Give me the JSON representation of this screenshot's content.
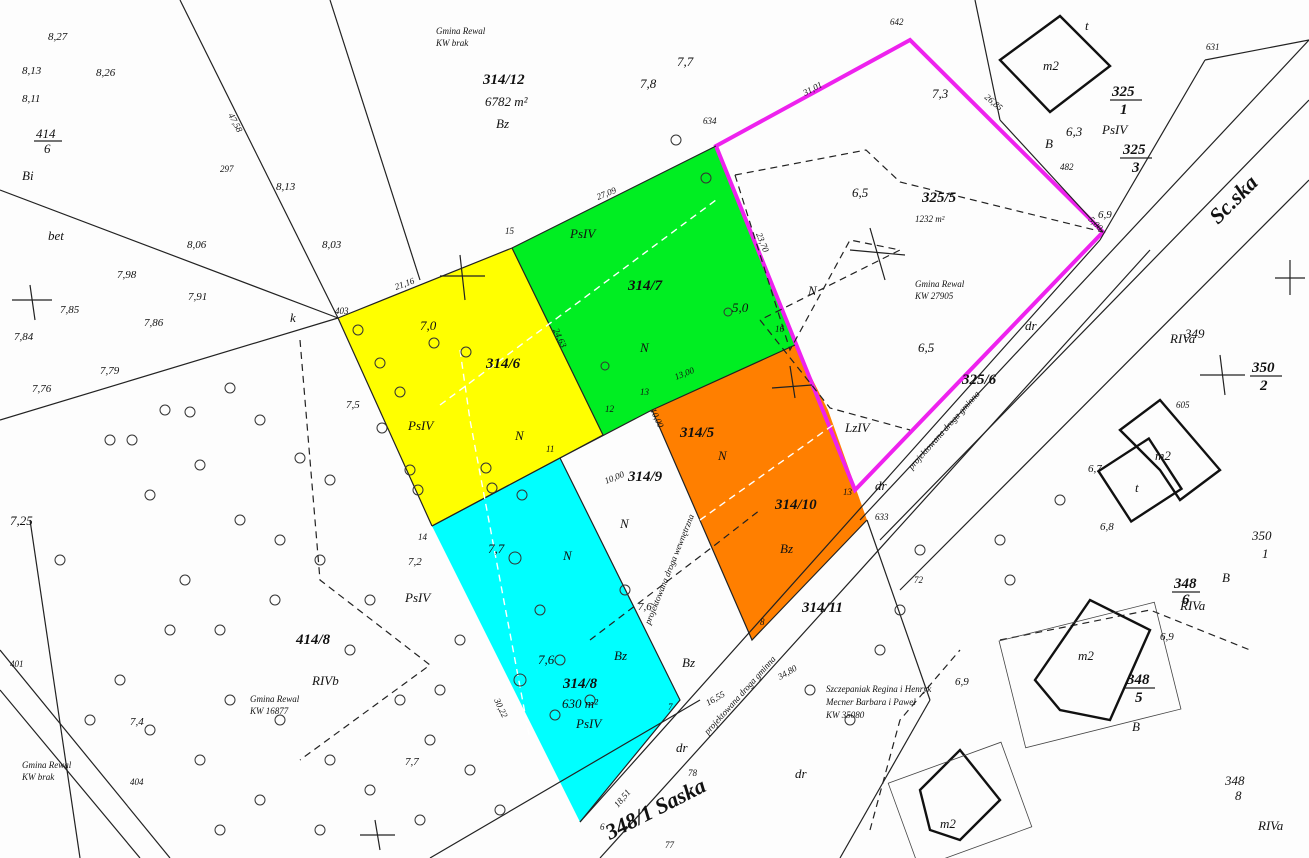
{
  "colors": {
    "yellow": "#ffff00",
    "green": "#00ee22",
    "orange": "#ff7f00",
    "cyan": "#00ffff",
    "outline": "#ee22ee"
  },
  "parcels": {
    "p314_6": "314/6",
    "p314_7": "314/7",
    "p314_5": "314/5",
    "p314_10": "314/10",
    "p314_8": "314/8",
    "p314_8_area": "630 m²",
    "p314_9": "314/9",
    "p314_11": "314/11",
    "p314_12": "314/12",
    "p314_12_area": "6782 m²",
    "p325_5": "325/5",
    "p325_5_area": "1232 m²",
    "p325_6": "325/6",
    "p414_8": "414/8",
    "p348_1": "348/1 Saska",
    "p325_1": "325",
    "p325_1_den": "1",
    "p325_3": "325",
    "p325_3_den": "3",
    "p350_2": "350",
    "p350_2_den": "2",
    "p350_1": "350",
    "p350_1_den": "1",
    "p348_6": "348",
    "p348_6_den": "6",
    "p348_5": "348",
    "p348_5_den": "5",
    "p414_6": "414",
    "p414_6_den": "6",
    "p349": "349",
    "p348_8": "348",
    "p348_8_den": "8"
  },
  "land_use": {
    "psiv": "PsIV",
    "n": "N",
    "bz": "Bz",
    "b": "B",
    "bi": "Bi",
    "bet": "bet",
    "lziv": "LzIV",
    "rivb": "RIVb",
    "riva": "RIVa",
    "dr": "dr",
    "m2": "m2",
    "t": "t",
    "k": "k"
  },
  "owners": {
    "gmina_kw_brak": "Gmina Rewal",
    "kw_brak": "KW brak",
    "gmina_27905": "Gmina Rewal",
    "kw_27905": "KW 27905",
    "gmina_16877": "Gmina Rewal",
    "kw_16877": "KW 16877",
    "gmina_sw": "Gmina Rewal",
    "kw_brak_sw": "KW brak",
    "owner1": "Szczepaniak Regina i Henryk",
    "owner2": "Mecner Barbara i Paweł",
    "kw_35080": "KW 35080"
  },
  "annotations": {
    "road_proj1": "projektowana droga wewnętrzna",
    "road_proj2": "projektowana droga gminna",
    "road_proj3": "projektowana droga gminna",
    "street_sc": "Sc.ska"
  },
  "heights": {
    "h1": "7,3",
    "h2": "6,5",
    "h3": "6,5",
    "h4": "7,0",
    "h5": "5,0",
    "h6": "6,3",
    "h7": "7,7",
    "h8": "7,6",
    "h9": "7,8",
    "h10": "7,7",
    "h11": "8,13",
    "h12": "8,06",
    "h13": "7,98",
    "h14": "7,91",
    "h15": "8,03",
    "h16": "7,86",
    "h17": "7,85",
    "h18": "7,84",
    "h19": "7,79",
    "h20": "7,76",
    "h21": "8,27",
    "h22": "8,26",
    "h23": "8,11",
    "h24": "8,13",
    "h25": "7,25",
    "h26": "6,9",
    "h27": "6,8",
    "h28": "6,7",
    "h29": "6,9",
    "h30": "7,4",
    "h31": "7,7",
    "h32": "6,9",
    "h33": "7,2",
    "h34": "7,6",
    "h35": "7,5"
  },
  "points": {
    "pt642": "642",
    "pt634": "634",
    "pt482": "482",
    "pt631": "631",
    "pt633": "633",
    "pt15": "15",
    "pt16": "16",
    "pt13a": "13",
    "pt12": "12",
    "pt11": "11",
    "pt14": "14",
    "pt403": "403",
    "pt72": "72",
    "pt78": "78",
    "pt605": "605",
    "pt404": "404",
    "pt401": "401",
    "pt8": "8",
    "pt13b": "13",
    "pt7": "7",
    "pt6": "6",
    "pt297": "297",
    "pt77": "77"
  },
  "dims": {
    "d1": "27,09",
    "d2": "21,16",
    "d3": "31,01",
    "d4": "26,85",
    "d5": "13,00",
    "d6": "10,00",
    "d7": "24,63",
    "d8": "16,55",
    "d9": "30,22",
    "d10": "23,70",
    "d11": "34,80",
    "d12": "18,51",
    "d13": "47,58",
    "d14": "5,00",
    "d15": "10,00"
  }
}
